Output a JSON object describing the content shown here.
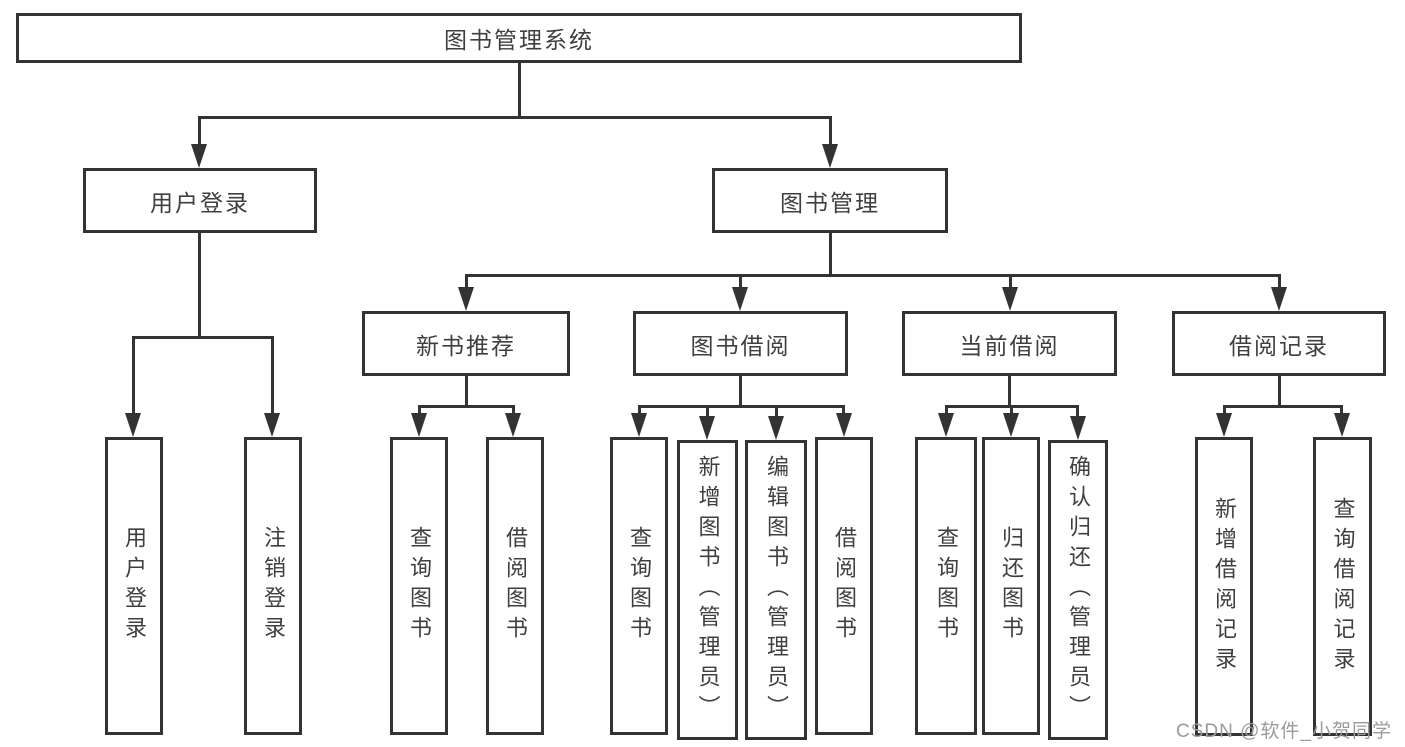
{
  "tree": {
    "root": {
      "label": "图书管理系统"
    },
    "branches": [
      {
        "label": "用户登录",
        "children": [
          {
            "label": "用户登录"
          },
          {
            "label": "注销登录"
          }
        ]
      },
      {
        "label": "图书管理",
        "children": [
          {
            "label": "新书推荐",
            "children": [
              {
                "label": "查询图书"
              },
              {
                "label": "借阅图书"
              }
            ]
          },
          {
            "label": "图书借阅",
            "children": [
              {
                "label": "查询图书"
              },
              {
                "label": "新增图书（管理员）"
              },
              {
                "label": "编辑图书（管理员）"
              },
              {
                "label": "借阅图书"
              }
            ]
          },
          {
            "label": "当前借阅",
            "children": [
              {
                "label": "查询图书"
              },
              {
                "label": "归还图书"
              },
              {
                "label": "确认归还（管理员）"
              }
            ]
          },
          {
            "label": "借阅记录",
            "children": [
              {
                "label": "新增借阅记录"
              },
              {
                "label": "查询借阅记录"
              }
            ]
          }
        ]
      }
    ]
  },
  "watermark": {
    "text": "CSDN @软件_小贺同学"
  },
  "colors": {
    "line": "#333333",
    "box_border": "#333333",
    "text": "#3f3f3f",
    "watermark": "#9b9b9f",
    "background": "#ffffff"
  }
}
